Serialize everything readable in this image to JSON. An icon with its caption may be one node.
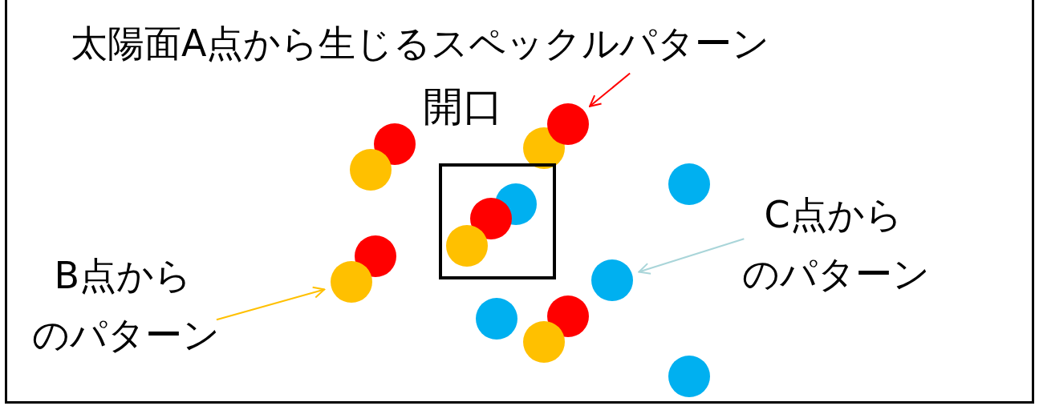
{
  "diagram": {
    "nodes": [
      {
        "text": [
          "太陽面A点から生じるスペックルパターン"
        ]
      },
      {
        "text": [],
        "shape": "circle"
      },
      {
        "text": [
          "開口"
        ]
      },
      {
        "text": [
          "B点からのパターン"
        ]
      },
      {
        "text": [],
        "shape": "circle"
      },
      {
        "text": [
          "C点からのパターン"
        ]
      },
      {
        "text": [],
        "shape": "circle"
      }
    ],
    "edges": [
      {
        "from": 0,
        "to": 1,
        "arrow": "to",
        "color": "#ff0000"
      },
      {
        "from": 3,
        "to": 4,
        "arrow": "to",
        "color": "#ffc000"
      },
      {
        "from": 5,
        "to": 6,
        "arrow": "to",
        "color": "#a9d5d9"
      }
    ]
  }
}
